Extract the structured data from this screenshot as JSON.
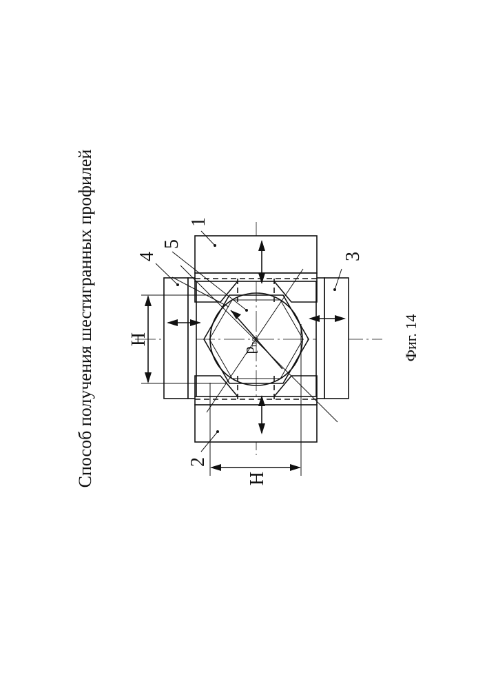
{
  "document": {
    "title": "Способ получения шестигранных профилей",
    "caption": "Фиг. 14"
  },
  "drawing": {
    "part_labels": [
      "1",
      "2",
      "3",
      "4",
      "5"
    ],
    "dimension_label": "H",
    "diameter_symbol": "d",
    "diameter_subscript": "0п"
  },
  "colors": {
    "ink": "#111111",
    "paper": "#ffffff"
  }
}
